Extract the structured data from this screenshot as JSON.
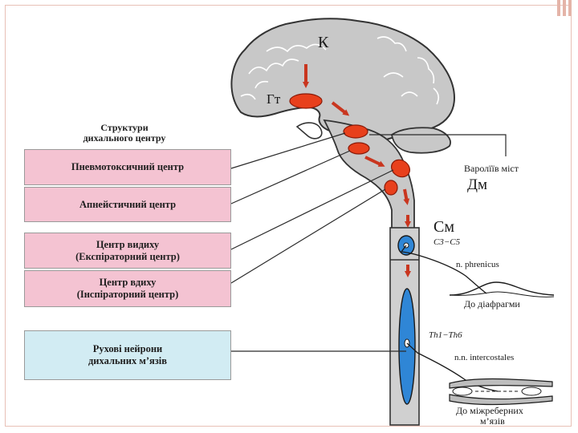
{
  "colors": {
    "pink_box": "#f4c3d2",
    "blue_box": "#d2ecf3",
    "nucleus": "#e8401c",
    "arrow": "#c9361f",
    "cord_blue": "#2f86d6",
    "brain_gray": "#c8c8c8"
  },
  "header": {
    "line1": "Структури",
    "line2": "дихального центру"
  },
  "boxes": [
    {
      "line1": "Пневмотоксичний центр",
      "line2": ""
    },
    {
      "line1": "Апнейстичний центр",
      "line2": ""
    },
    {
      "line1": "Центр видиху",
      "line2": "(Експіраторний центр)"
    },
    {
      "line1": "Центр вдиху",
      "line2": "(Інспіраторний центр)"
    },
    {
      "line1": "Рухові нейрони",
      "line2": "дихальних м’язів"
    }
  ],
  "labels": {
    "cortex": "К",
    "hypothalamus": "Гт",
    "pons": "Варолїїв міст",
    "medulla": "Дм",
    "spinal_cord": "Cм",
    "cervical": "C3−C5",
    "phrenic": "n. phrenicus",
    "diaphragm": "До діафрагми",
    "thoracic": "Th1−Th6",
    "intercostal_nerves": "n.n. intercostales",
    "intercostal_muscles_1": "До міжреберних",
    "intercostal_muscles_2": "м’язів"
  }
}
